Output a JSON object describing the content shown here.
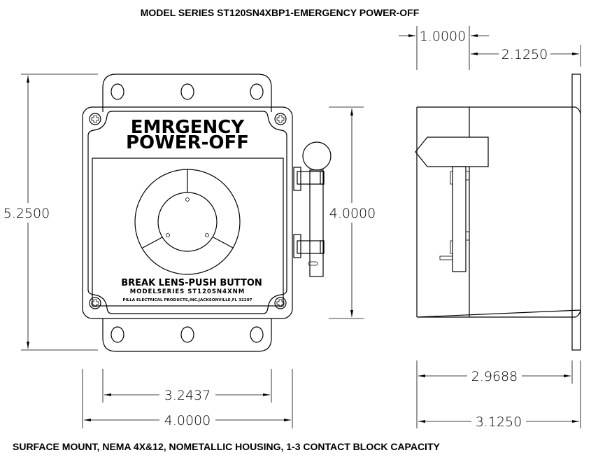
{
  "title": "MODEL SERIES ST120SN4XBP1-EMERGENCY POWER-OFF",
  "footer": "SURFACE MOUNT, NEMA 4X&12, NOMETALLIC HOUSING, 1-3 CONTACT BLOCK CAPACITY",
  "front_view": {
    "label_line1": "EMRGENCY",
    "label_line2": "POWER-OFF",
    "lens_text1": "BREAK LENS-PUSH BUTTON",
    "lens_text2": "MODELSERIES ST120SN4XNM",
    "lens_text3": "PILLA ELECTRICAL PRODUCTS,INC.JACKSONVILLE,FL 32207"
  },
  "dimensions": {
    "overall_height": "5.2500",
    "body_height": "4.0000",
    "hole_spacing": "3.2437",
    "body_width": "4.0000",
    "cover_depth": "1.0000",
    "base_depth": "2.1250",
    "body_depth": "2.9688",
    "overall_depth": "3.1250"
  }
}
